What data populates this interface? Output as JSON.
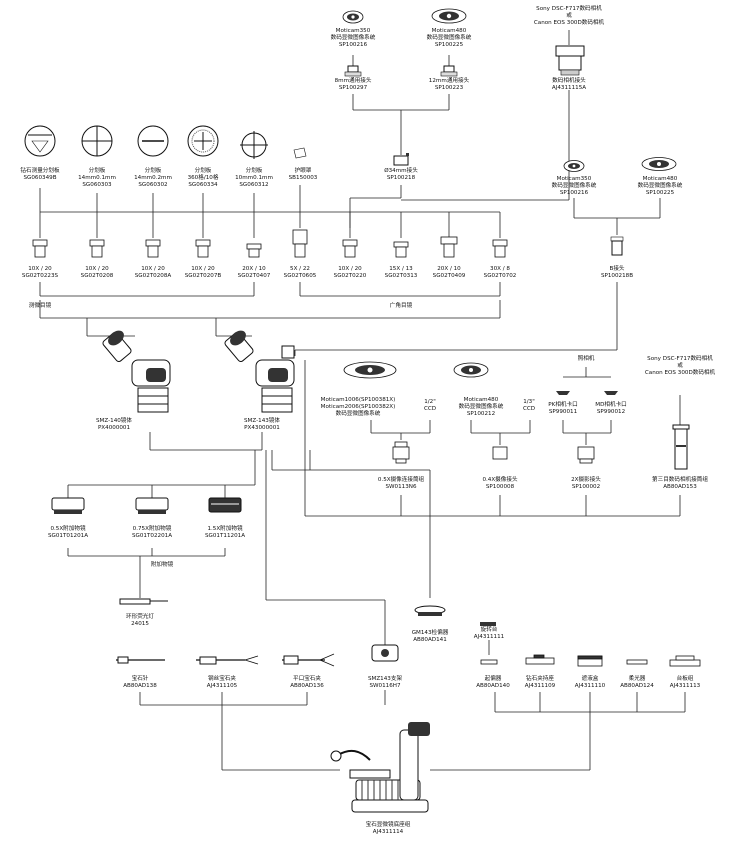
{
  "top_cameras": [
    {
      "name": "Moticam350",
      "desc": "数码显微图像系统",
      "code": "SP100216"
    },
    {
      "name": "Moticam480",
      "desc": "数码显微图像系统",
      "code": "SP100225"
    }
  ],
  "top_adapters": [
    {
      "name": "8mm通用接头",
      "code": "SP100297"
    },
    {
      "name": "12mm通用接头",
      "code": "SP100223"
    }
  ],
  "mount_34": {
    "name": "Ø34mm接头",
    "code": "SP100218"
  },
  "sony_top": {
    "line1": "Sony DSC-F717数码相机",
    "line2": "或",
    "line3": "Canon EOS 300D数码相机"
  },
  "camera_adapter": {
    "name": "数码相机接头",
    "code": "AJ4311115A"
  },
  "reticles": [
    {
      "name": "钻石测量分划板",
      "spec": "",
      "code": "SG060349B"
    },
    {
      "name": "分划板",
      "spec": "14mm0.1mm",
      "code": "SG060303"
    },
    {
      "name": "分划板",
      "spec": "14mm0.2mm",
      "code": "SG060302"
    },
    {
      "name": "分划板",
      "spec": "360格/10格",
      "code": "SG060334"
    },
    {
      "name": "分划板",
      "spec": "10mm0.1mm",
      "code": "SG060312"
    }
  ],
  "eye_guard": {
    "name": "护眼罩",
    "code": "SB150003"
  },
  "right_cameras": [
    {
      "name": "Moticam350",
      "desc": "数码显微图像系统",
      "code": "SP100216"
    },
    {
      "name": "Moticam480",
      "desc": "数码显微图像系统",
      "code": "SP100225"
    }
  ],
  "adapter_b": {
    "name": "B接头",
    "code": "SP100218B"
  },
  "eyepieces": [
    {
      "spec": "10X / 20",
      "code": "SG02T0223S"
    },
    {
      "spec": "10X / 20",
      "code": "SG02T0208"
    },
    {
      "spec": "10X / 20",
      "code": "SG02T0208A"
    },
    {
      "spec": "10X / 20",
      "code": "SG02T0207B"
    },
    {
      "spec": "20X / 10",
      "code": "SG02T0407"
    },
    {
      "spec": "5X / 22",
      "code": "SG02T0605"
    },
    {
      "spec": "10X / 20",
      "code": "SG02T0220"
    },
    {
      "spec": "15X / 13",
      "code": "SG02T0313"
    },
    {
      "spec": "20X / 10",
      "code": "SG02T0409"
    },
    {
      "spec": "30X / 8",
      "code": "SG02T0702"
    }
  ],
  "eyepiece_groups": {
    "measure": "测微目镜",
    "wide": "广角目镜"
  },
  "bodies": [
    {
      "name": "SMZ-140镜体",
      "code": "PX4000001"
    },
    {
      "name": "SMZ-143镜体",
      "code": "PX43000001"
    }
  ],
  "mid_cameras": [
    {
      "name": "Moticam1006(SP100381X)",
      "name2": "Moticam2006(SP100382X)",
      "desc": "数码显微图像系统"
    },
    {
      "name": "Moticam480",
      "name2": "",
      "desc": "数码显微图像系统",
      "code": "SP100212"
    }
  ],
  "ccd_labels": [
    "1/2\" CCD",
    "1/3\" CCD"
  ],
  "film_camera": {
    "title": "照相机",
    "pk": {
      "name": "PK相机卡口",
      "code": "SP990011"
    },
    "md": {
      "name": "MD相机卡口",
      "code": "SP990012"
    }
  },
  "sony_mid": {
    "line1": "Sony DSC-F717数码相机",
    "line2": "或",
    "line3": "Canon EOS 300D数码相机"
  },
  "interfaces": [
    {
      "name": "0.5X摄像连接筒组",
      "code": "SW0113N6"
    },
    {
      "name": "0.4X摄像接头",
      "code": "SP100008"
    },
    {
      "name": "2X摄影接头",
      "code": "SP100002"
    },
    {
      "name": "第三目数码相机接筒组",
      "code": "AB80AD153"
    }
  ],
  "aux_objectives": [
    {
      "name": "0.5X附加物镜",
      "code": "SG01T01201A"
    },
    {
      "name": "0.75X附加物镜",
      "code": "SG01T02201A"
    },
    {
      "name": "1.5X附加物镜",
      "code": "SG01T11201A"
    }
  ],
  "aux_label": "附加物镜",
  "ring_light": {
    "name": "环形荧光灯",
    "code": "24015"
  },
  "gm143": {
    "name": "GM143检偏器",
    "code": "AB80AD141"
  },
  "rotary": {
    "name": "旋转台",
    "code": "AJ4311111"
  },
  "gem_tools": [
    {
      "name": "宝石针",
      "code": "AB80AD138"
    },
    {
      "name": "钢丝宝石夹",
      "code": "AJ4311105"
    },
    {
      "name": "平口宝石夹",
      "code": "AB80AD136"
    }
  ],
  "smz_mount": {
    "name": "SMZ143支架",
    "code": "SW0116H7"
  },
  "base_items": [
    {
      "name": "起偏器",
      "code": "AB80AD140"
    },
    {
      "name": "钻石夹持座",
      "code": "AJ4311109"
    },
    {
      "name": "遮液盒",
      "code": "AJ4311110"
    },
    {
      "name": "柔光器",
      "code": "AB80AD124"
    },
    {
      "name": "台板组",
      "code": "AJ4311113"
    }
  ],
  "base": {
    "name": "宝石显微镜底座组",
    "code": "AJ4311114"
  }
}
